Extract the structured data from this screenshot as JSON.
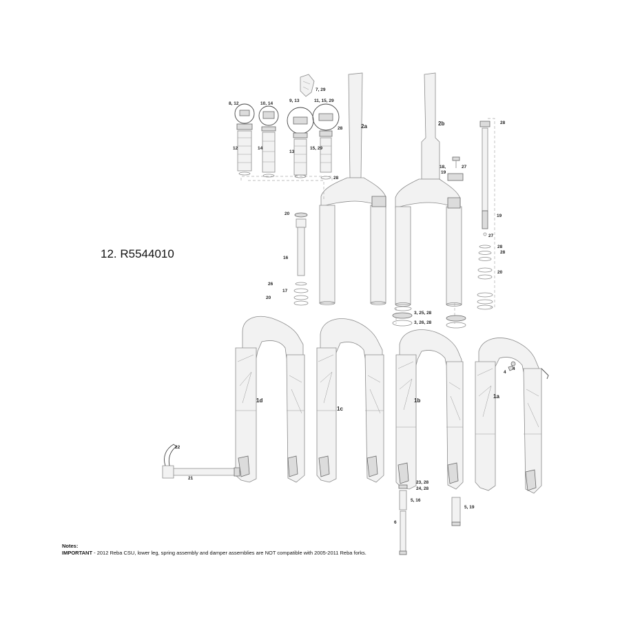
{
  "part_number": "12. R5544010",
  "callouts": {
    "c7_29": "7, 29",
    "c8_12": "8, 12",
    "c10_14": "10, 14",
    "c9_13": "9, 13",
    "c11_15_29": "11, 15, 29",
    "c12": "12",
    "c14": "14",
    "c13": "13",
    "c15_29": "15, 29",
    "c28a": "28",
    "c28b": "28",
    "c2a": "2a",
    "c2b": "2b",
    "c18_19": "18,",
    "c19b": "19",
    "c27a": "27",
    "c27b": "27",
    "c28c": "28",
    "c19c": "19",
    "c28d": "28",
    "c28e": "28",
    "c20a": "20",
    "c20b": "20",
    "c16": "16",
    "c26": "26",
    "c17": "17",
    "c20c": "20",
    "c3_25_28": "3, 25, 28",
    "c3_26_28": "3, 26, 28",
    "c1d": "1d",
    "c1c": "1c",
    "c1b": "1b",
    "c1a": "1a",
    "c4a": "4",
    "c4b": "4",
    "c22": "22",
    "c21": "21",
    "c23_28": "23, 28",
    "c24_28": "24, 28",
    "c5_16": "5, 16",
    "c5_19": "5, 19",
    "c6": "6"
  },
  "notes": {
    "heading": "Notes:",
    "important_label": "IMPORTANT",
    "important_text": " - 2012 Reba CSU, lower leg, spring assembly and damper assemblies are NOT compatible with 2005-2011 Reba forks."
  }
}
